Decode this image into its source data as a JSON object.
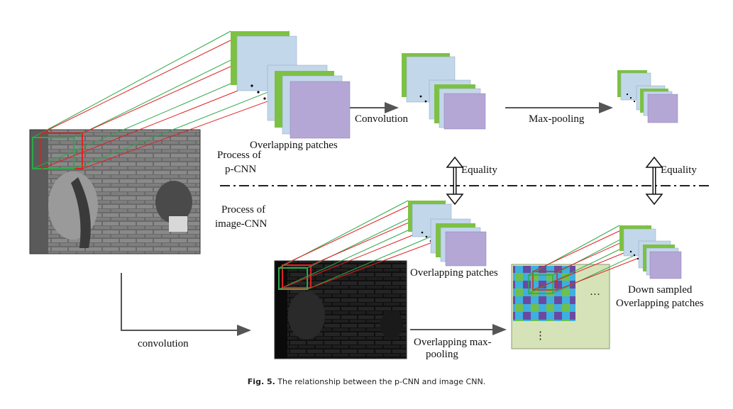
{
  "labels": {
    "overlapping_patches_top": "Overlapping patches",
    "convolution_top": "Convolution",
    "max_pooling": "Max-pooling",
    "process_pcnn_line1": "Process of",
    "process_pcnn_line2": "p-CNN",
    "process_imagecnn_line1": "Process of",
    "process_imagecnn_line2": "image-CNN",
    "equality_left": "Equality",
    "equality_right": "Equality",
    "overlapping_patches_bottom": "Overlapping patches",
    "down_sampled_line1": "Down sampled",
    "down_sampled_line2": "Overlapping patches",
    "convolution_bottom": "convolution",
    "overlapping_max_line1": "Overlapping max-",
    "overlapping_max_line2": "pooling",
    "ellipsis_h": "···",
    "ellipsis_v": "⋮"
  },
  "caption": {
    "figure_label": "Fig. 5.",
    "text": "The relationship between the p-CNN and image CNN."
  },
  "colors": {
    "patch_green": "#7dc142",
    "patch_blue": "#c3d7ea",
    "patch_purple": "#b4a7d6",
    "highlight_red": "#e02020",
    "highlight_green": "#2ea84a",
    "pool_bg": "#d6e3b8",
    "check_blue": "#3db0e0",
    "check_purple": "#6a4aa0",
    "check_green": "#6fc04a"
  }
}
